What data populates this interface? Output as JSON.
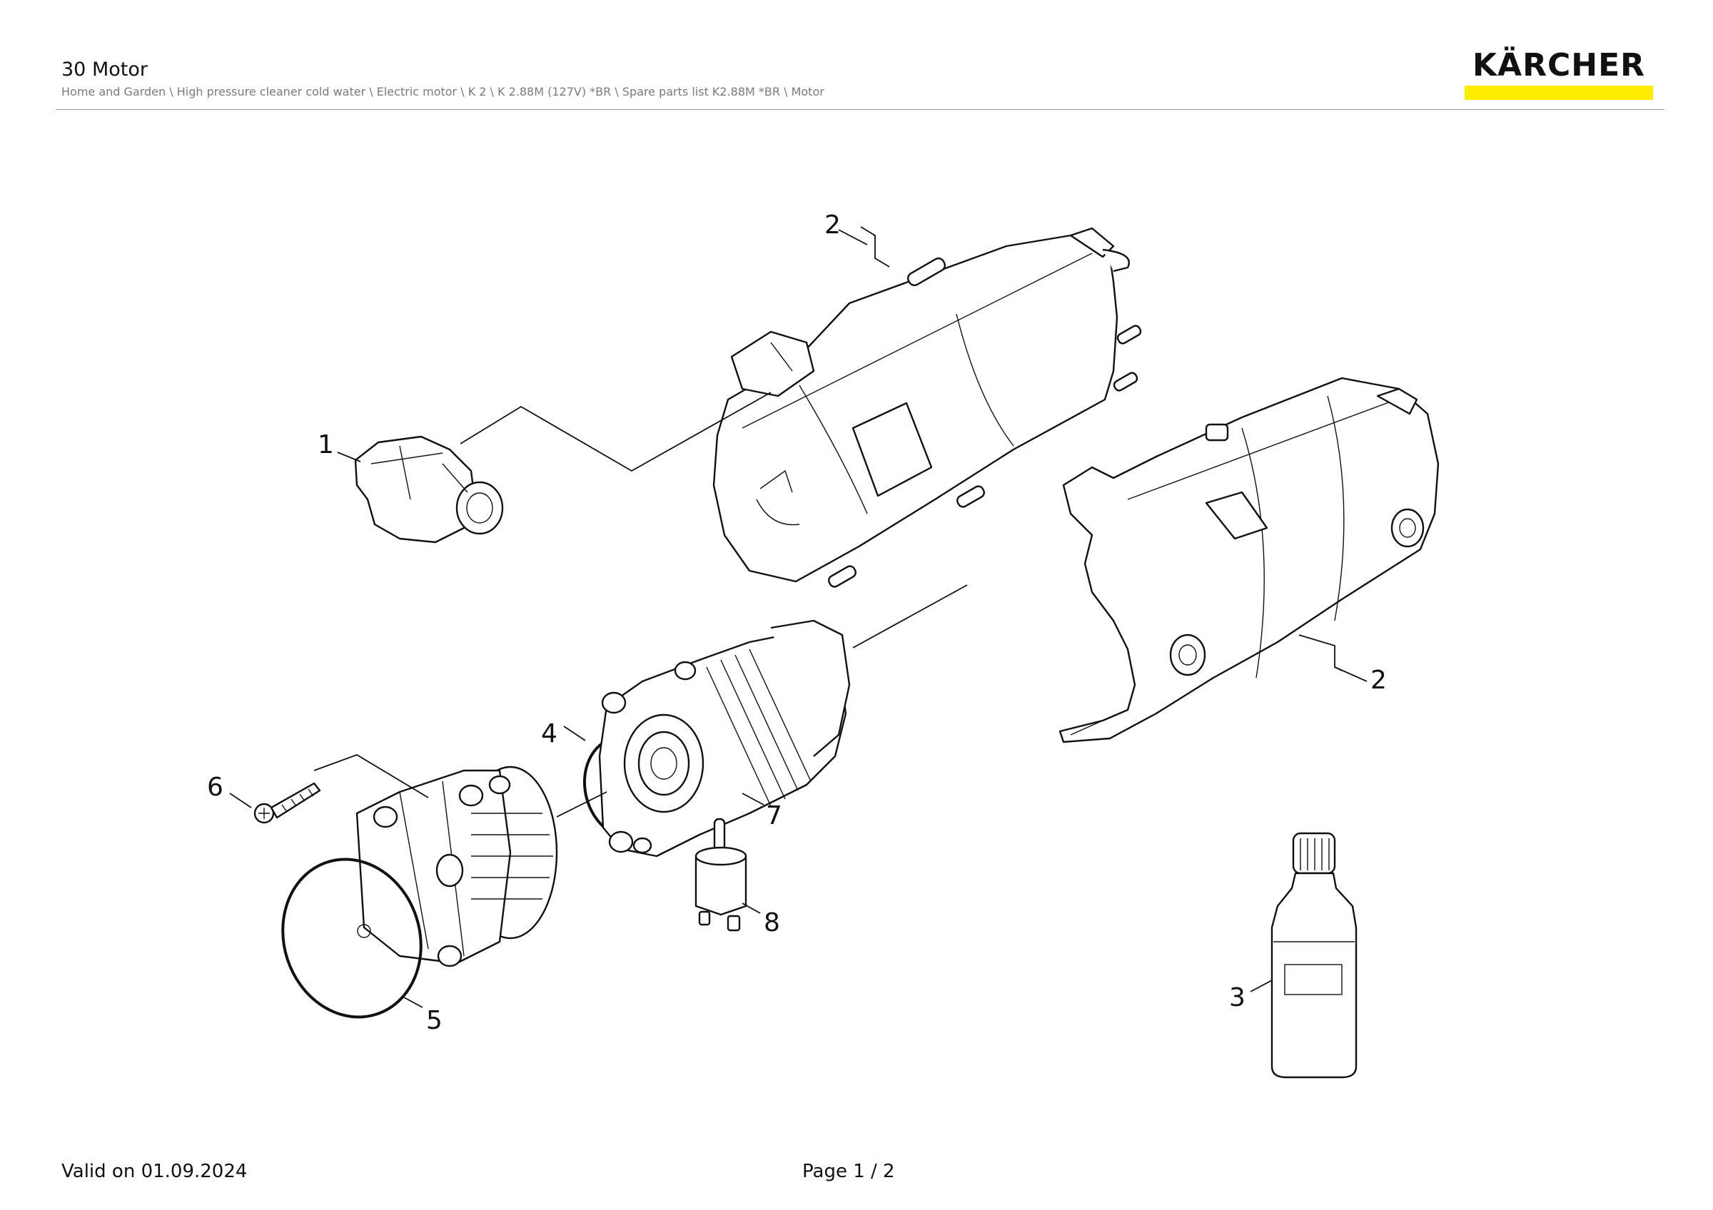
{
  "header": {
    "title": "30 Motor",
    "breadcrumb": "Home and Garden \\ High pressure cleaner cold water \\ Electric motor \\ K 2 \\ K 2.88M (127V) *BR \\ Spare parts list K2.88M *BR \\ Motor"
  },
  "logo": {
    "text": "KÄRCHER",
    "bar_color": "#ffed00"
  },
  "diagram": {
    "callouts": [
      {
        "id": "c2a",
        "label": "2"
      },
      {
        "id": "c1",
        "label": "1"
      },
      {
        "id": "c2b",
        "label": "2"
      },
      {
        "id": "c4",
        "label": "4"
      },
      {
        "id": "c7",
        "label": "7"
      },
      {
        "id": "c6",
        "label": "6"
      },
      {
        "id": "c8",
        "label": "8"
      },
      {
        "id": "c5",
        "label": "5"
      },
      {
        "id": "c3",
        "label": "3"
      }
    ]
  },
  "footer": {
    "valid_on": "Valid on 01.09.2024",
    "page": "Page 1 / 2"
  }
}
